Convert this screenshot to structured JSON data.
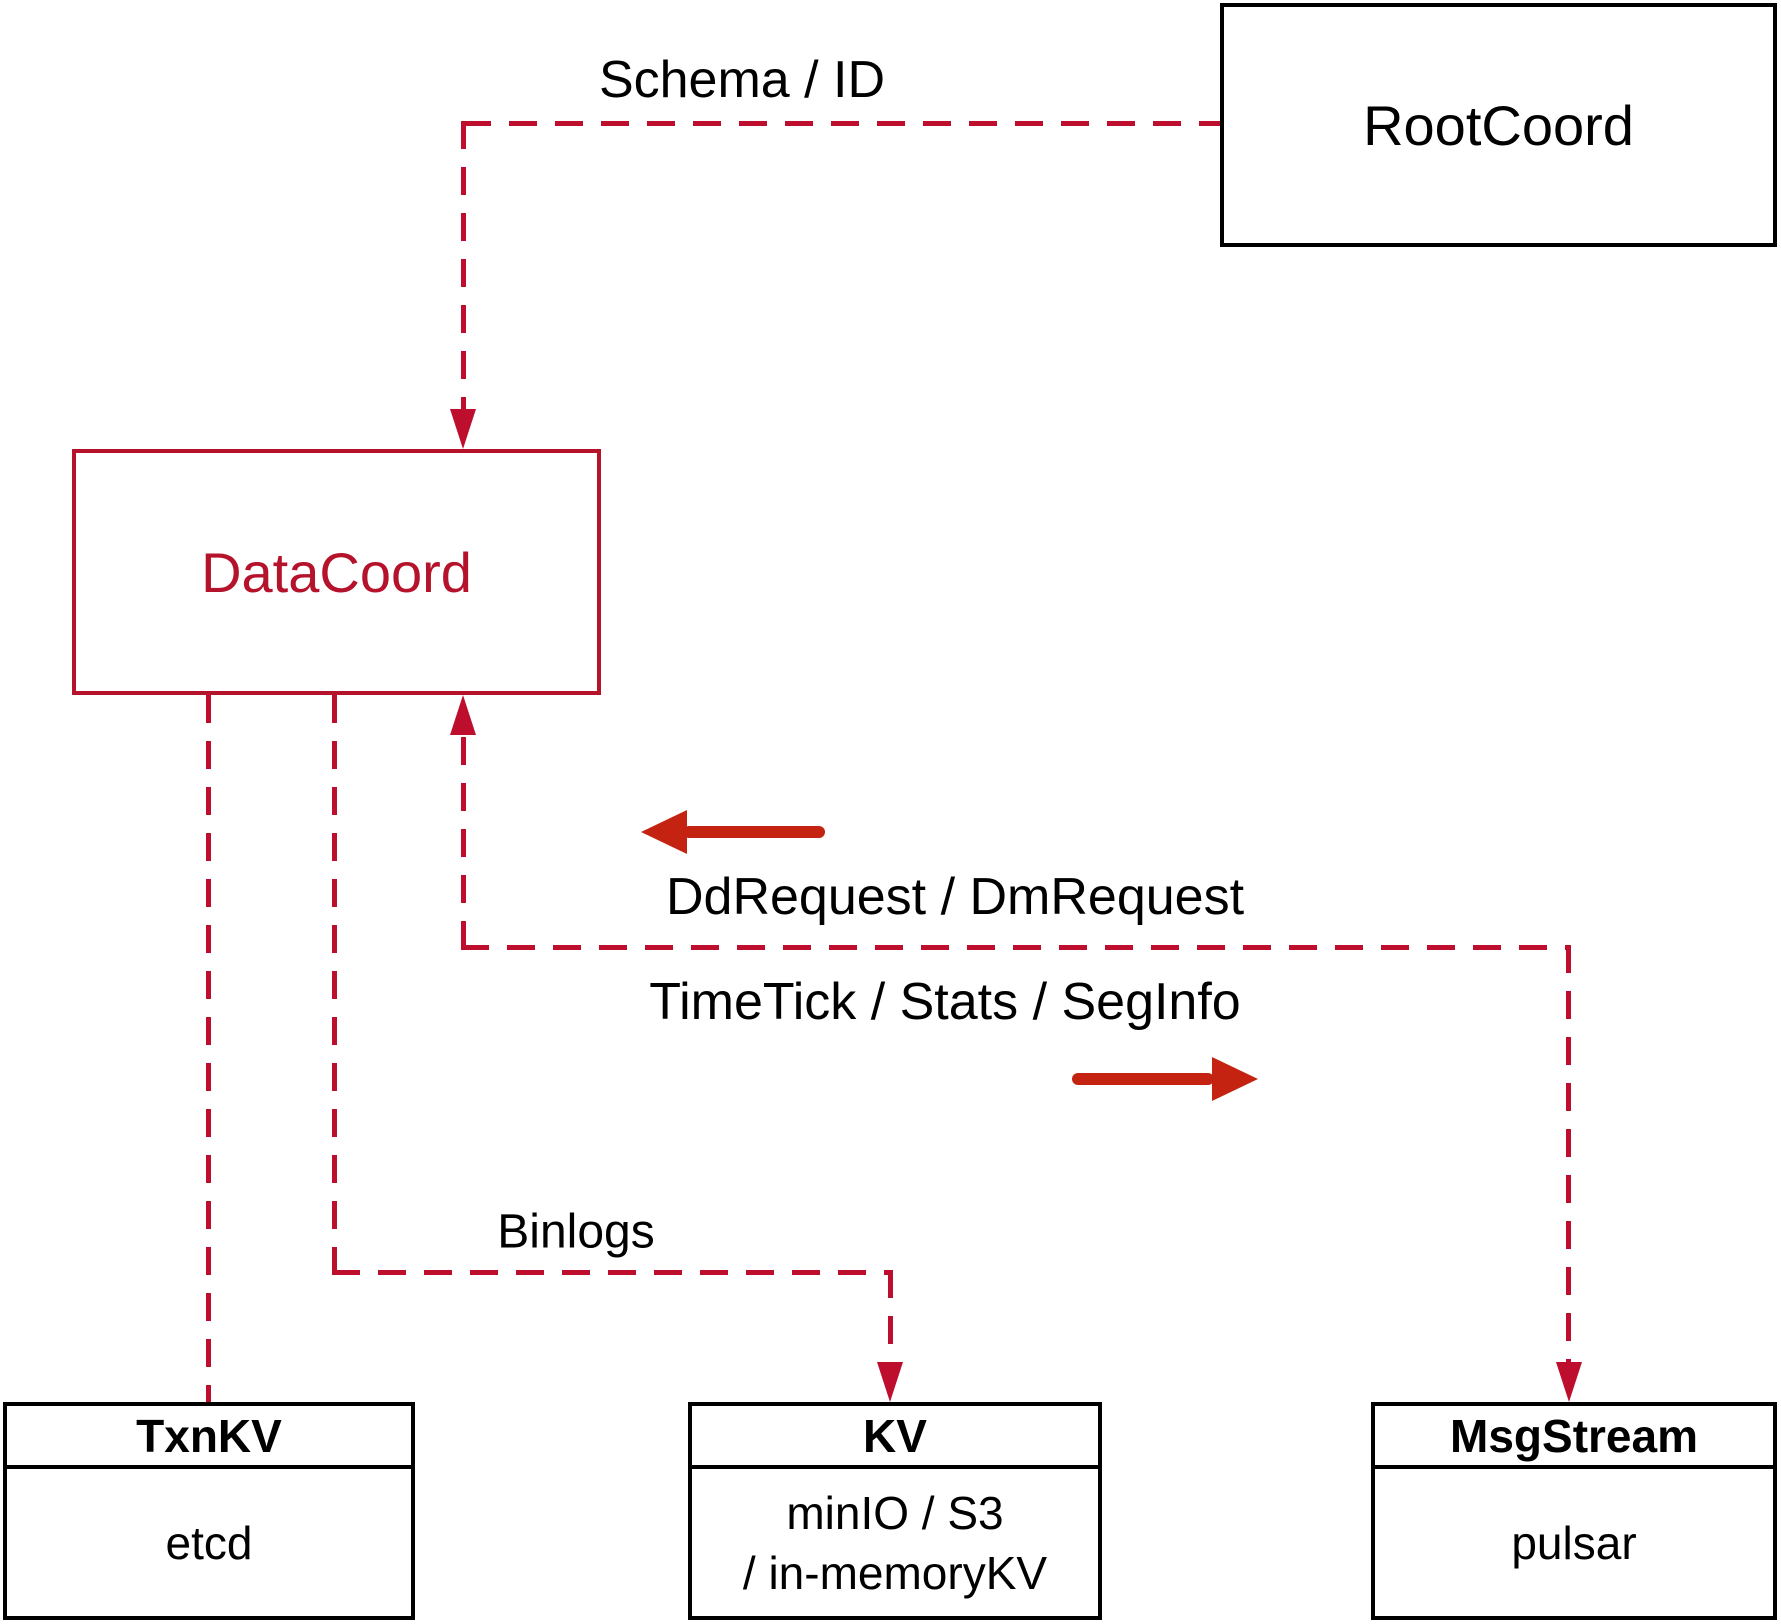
{
  "diagram": {
    "nodes": {
      "rootcoord": {
        "label": "RootCoord"
      },
      "datacoord": {
        "label": "DataCoord"
      },
      "txnkv": {
        "title": "TxnKV",
        "body": "etcd"
      },
      "kv": {
        "title": "KV",
        "body_lines": [
          "minIO / S3",
          "/ in-memoryKV"
        ]
      },
      "msgstream": {
        "title": "MsgStream",
        "body": "pulsar"
      }
    },
    "edge_labels": {
      "schema_id": "Schema / ID",
      "dd_dm_request": "DdRequest / DmRequest",
      "timetick_stats_seginfo": "TimeTick / Stats / SegInfo",
      "binlogs": "Binlogs"
    },
    "colors": {
      "line_red": "#bd0e2e",
      "box_red": "#b5122b",
      "arrow_red": "#c32310",
      "ink": "#000000",
      "background": "#ffffff"
    }
  }
}
